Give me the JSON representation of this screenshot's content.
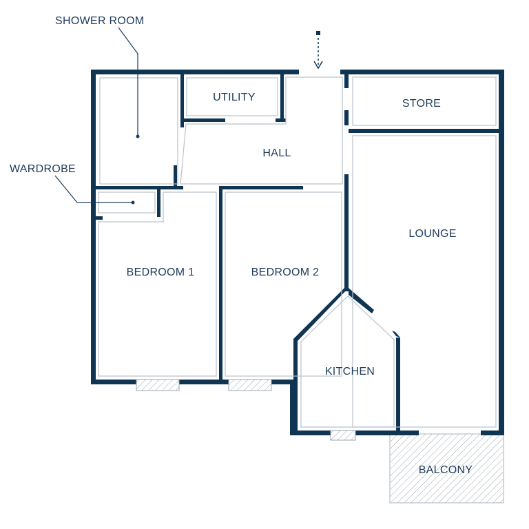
{
  "colors": {
    "wall": "#0f3553",
    "label": "#1d3a5a",
    "inner_line": "#b9c2cc",
    "hatch": "#9aa4ad"
  },
  "rooms": {
    "shower_room": "SHOWER ROOM",
    "utility": "UTILITY",
    "hall": "HALL",
    "store": "STORE",
    "wardrobe": "WARDROBE",
    "lounge": "LOUNGE",
    "bedroom1": "BEDROOM 1",
    "bedroom2": "BEDROOM 2",
    "kitchen": "KITCHEN",
    "balcony": "BALCONY"
  },
  "icons": {
    "entrance": "entrance-arrow-icon",
    "window": "window-icon"
  }
}
